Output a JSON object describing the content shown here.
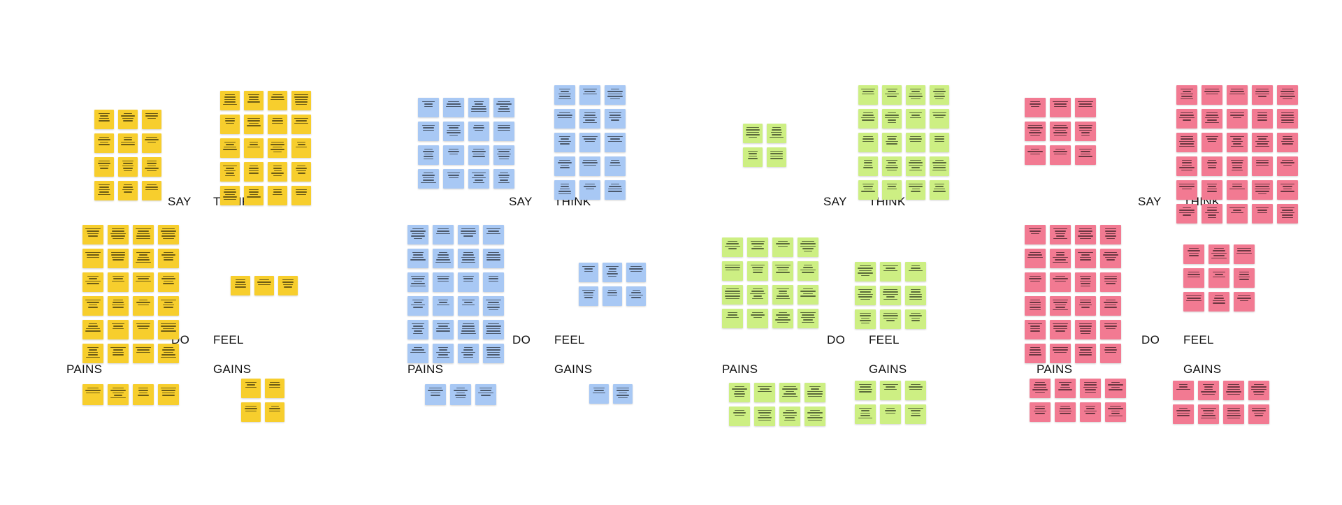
{
  "colors": {
    "background": "#ffffff",
    "yellow": "#f7ce2d",
    "blue": "#a8c8f4",
    "green": "#cdef83",
    "pink": "#f27a92",
    "label": "#111111"
  },
  "personas": [
    {
      "note_color": "yellow",
      "section_labels": {
        "say": "SAY",
        "think": "THINK",
        "do": "DO",
        "feel": "FEEL",
        "pains": "PAINS",
        "gains": "GAINS"
      }
    },
    {
      "note_color": "blue",
      "section_labels": {
        "say": "SAY",
        "think": "THINK",
        "do": "DO",
        "feel": "FEEL",
        "pains": "PAINS",
        "gains": "GAINS"
      }
    },
    {
      "note_color": "green",
      "section_labels": {
        "say": "SAY",
        "think": "THINK",
        "do": "DO",
        "feel": "FEEL",
        "pains": "PAINS",
        "gains": "GAINS"
      }
    },
    {
      "note_color": "pink",
      "section_labels": {
        "say": "SAY",
        "think": "THINK",
        "do": "DO",
        "feel": "FEEL",
        "pains": "PAINS",
        "gains": "GAINS"
      }
    }
  ]
}
